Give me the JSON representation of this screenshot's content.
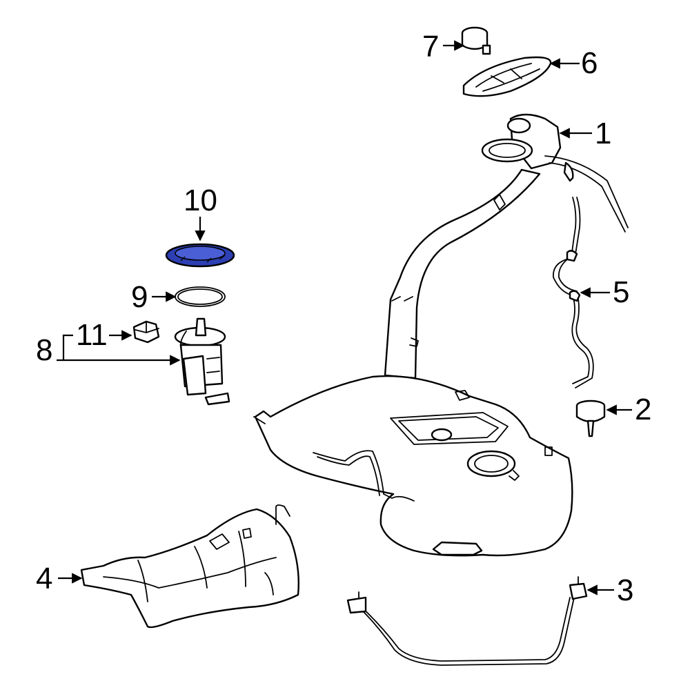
{
  "callouts": {
    "c1": "1",
    "c2": "2",
    "c3": "3",
    "c4": "4",
    "c5": "5",
    "c6": "6",
    "c7": "7",
    "c8": "8",
    "c9": "9",
    "c10": "10",
    "c11": "11"
  },
  "colors": {
    "highlight_fill": "#2d3fb3",
    "highlight_inner": "#4a5ed6",
    "line": "#000000",
    "background": "#ffffff"
  }
}
